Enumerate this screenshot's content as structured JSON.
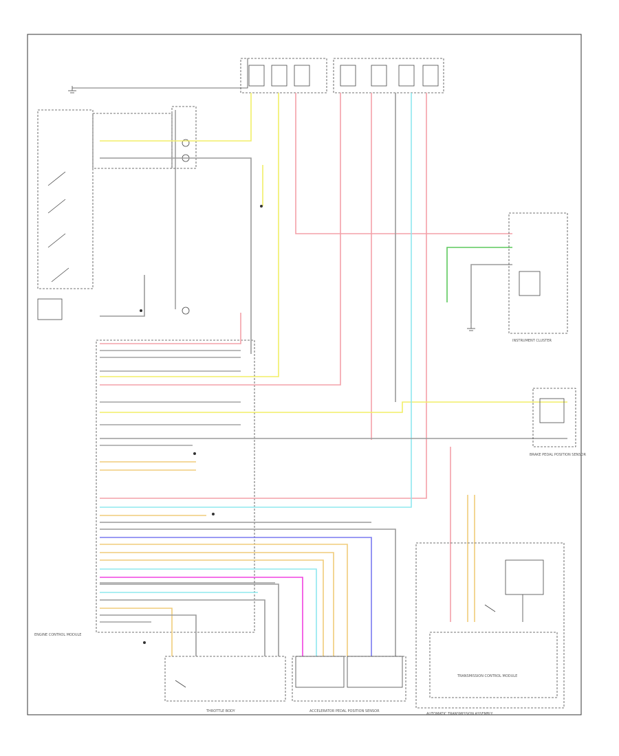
{
  "colors": {
    "red": "#f4a0a8",
    "yellow": "#f2ee66",
    "green": "#5cc85c",
    "cyan": "#8ee8ee",
    "blue": "#7a7af0",
    "orange": "#f0cc7a",
    "magenta": "#f040e0",
    "gray": "#9a9a9a",
    "black": "#333333"
  },
  "components": {
    "instrument_cluster": "INSTRUMENT CLUSTER",
    "throttle_body": "THROTTLE BODY",
    "engine_control_module": "ENGINE CONTROL MODULE",
    "transmission_control_module": "TRANSMISSION CONTROL MODULE",
    "automatic_transmission_assembly": "AUTOMATIC TRANSMISSION ASSEMBLY",
    "brake_pedal_position_sensor": "BRAKE PEDAL POSITION SENSOR",
    "accelerator_pedal_position_sensor": "ACCELERATOR PEDAL POSITION SENSOR"
  }
}
